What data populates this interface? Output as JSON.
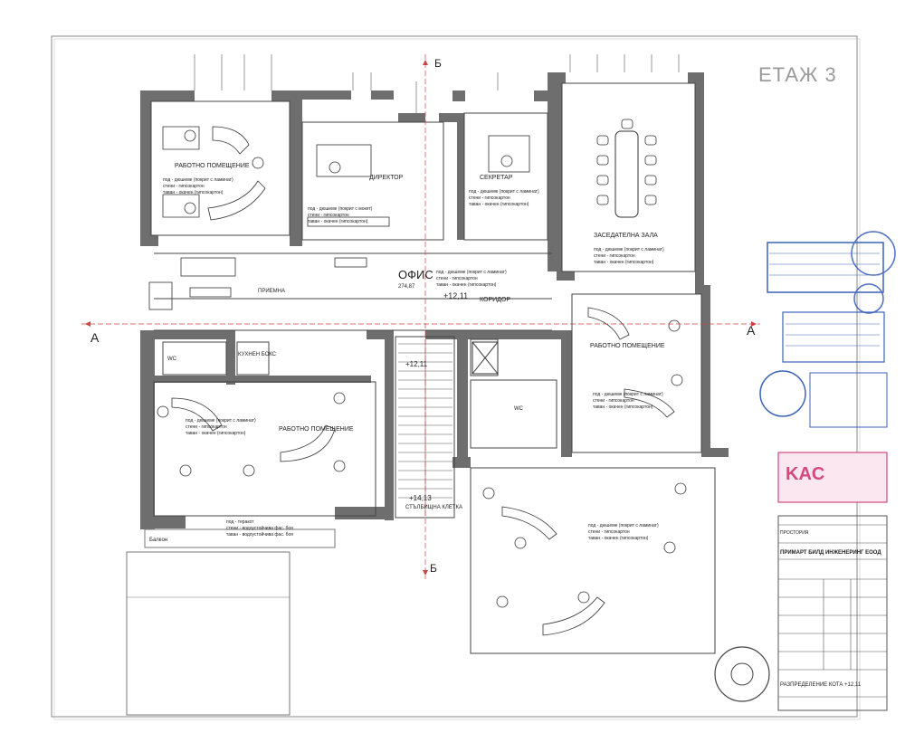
{
  "floor_label": "ЕТАЖ 3",
  "axes": {
    "a_left": "А",
    "a_right": "А",
    "b_top": "Б",
    "b_bottom": "Б"
  },
  "rooms": {
    "work_room_nw": {
      "name": "РАБОТНО ПОМЕЩЕНИЕ",
      "lines": [
        "под - дюшемe (покрит с ламинат)",
        "стени - гипсокартон",
        "таван - окачен (гипсокартон)"
      ]
    },
    "director": {
      "name": "ДИРЕКТОР",
      "lines": [
        "под - дюшеме (покрит с мокет)",
        "стени - гипсокартон",
        "таван - окачен (гипсокартон)"
      ]
    },
    "secretary": {
      "name": "СЕКРЕТАР",
      "lines": [
        "под - дюшеме (покрит с ламинат)",
        "стени - гипсокартон",
        "таван - окачен (гипсокартон)"
      ]
    },
    "meeting": {
      "name": "ЗАСЕДАТЕЛНА ЗАЛА",
      "lines": [
        "под - дюшеме (покрит с ламинат)",
        "стени - гипсокартон",
        "таван - окачен (гипсокартон)"
      ]
    },
    "office": {
      "name": "ОФИС",
      "area": "274,87",
      "lines": [
        "под - дюшеме (покрит с ламинат)",
        "стени - гипсокартон",
        "таван - окачен (гипсокартон)"
      ]
    },
    "reception": {
      "name": "ПРИЕМНА"
    },
    "corridor": {
      "name": "КОРИДОР"
    },
    "work_room_e": {
      "name": "РАБОТНО ПОМЕЩЕНИЕ",
      "lines": [
        "под - дюшеме (покрит с ламинат)",
        "стени - гипсокартон",
        "таван - окачен (гипсокартон)"
      ]
    },
    "work_room_sw": {
      "name": "РАБОТНО ПОМЕЩЕНИЕ",
      "lines": [
        "под - дюшеме (покрит с ламинат)",
        "стени - гипсокартон",
        "таван - окачен (гипсокартон)"
      ]
    },
    "kitchen": {
      "name": "КУХНЕН БОКС"
    },
    "wc1": {
      "name": "WC"
    },
    "wc2": {
      "name": "WC"
    },
    "stairs": {
      "name": "СТЪЛБИЩНА КЛЕТКА"
    },
    "balcony": {
      "name": "Балкон",
      "lines": [
        "под - теракот",
        "стени - водоустойчива фас. боя",
        "таван - водоустойчива фас. боя"
      ]
    },
    "south_work": {
      "lines": [
        "под - дюшеме (покрит с ламинат)",
        "стени - гипсокартон",
        "таван - окачен (гипсокартон)"
      ]
    }
  },
  "levels": {
    "main": "+12,11",
    "stair": "+12,11",
    "landing": "+14,13"
  },
  "title_block": {
    "company": "ПРИМАРТ БИЛД ИНЖЕНЕРИНГ ЕООД",
    "sheet": "РАЗПРЕДЕЛЕНИЕ КОТА +12,11",
    "section": "ПРОСТОРИЯ"
  }
}
